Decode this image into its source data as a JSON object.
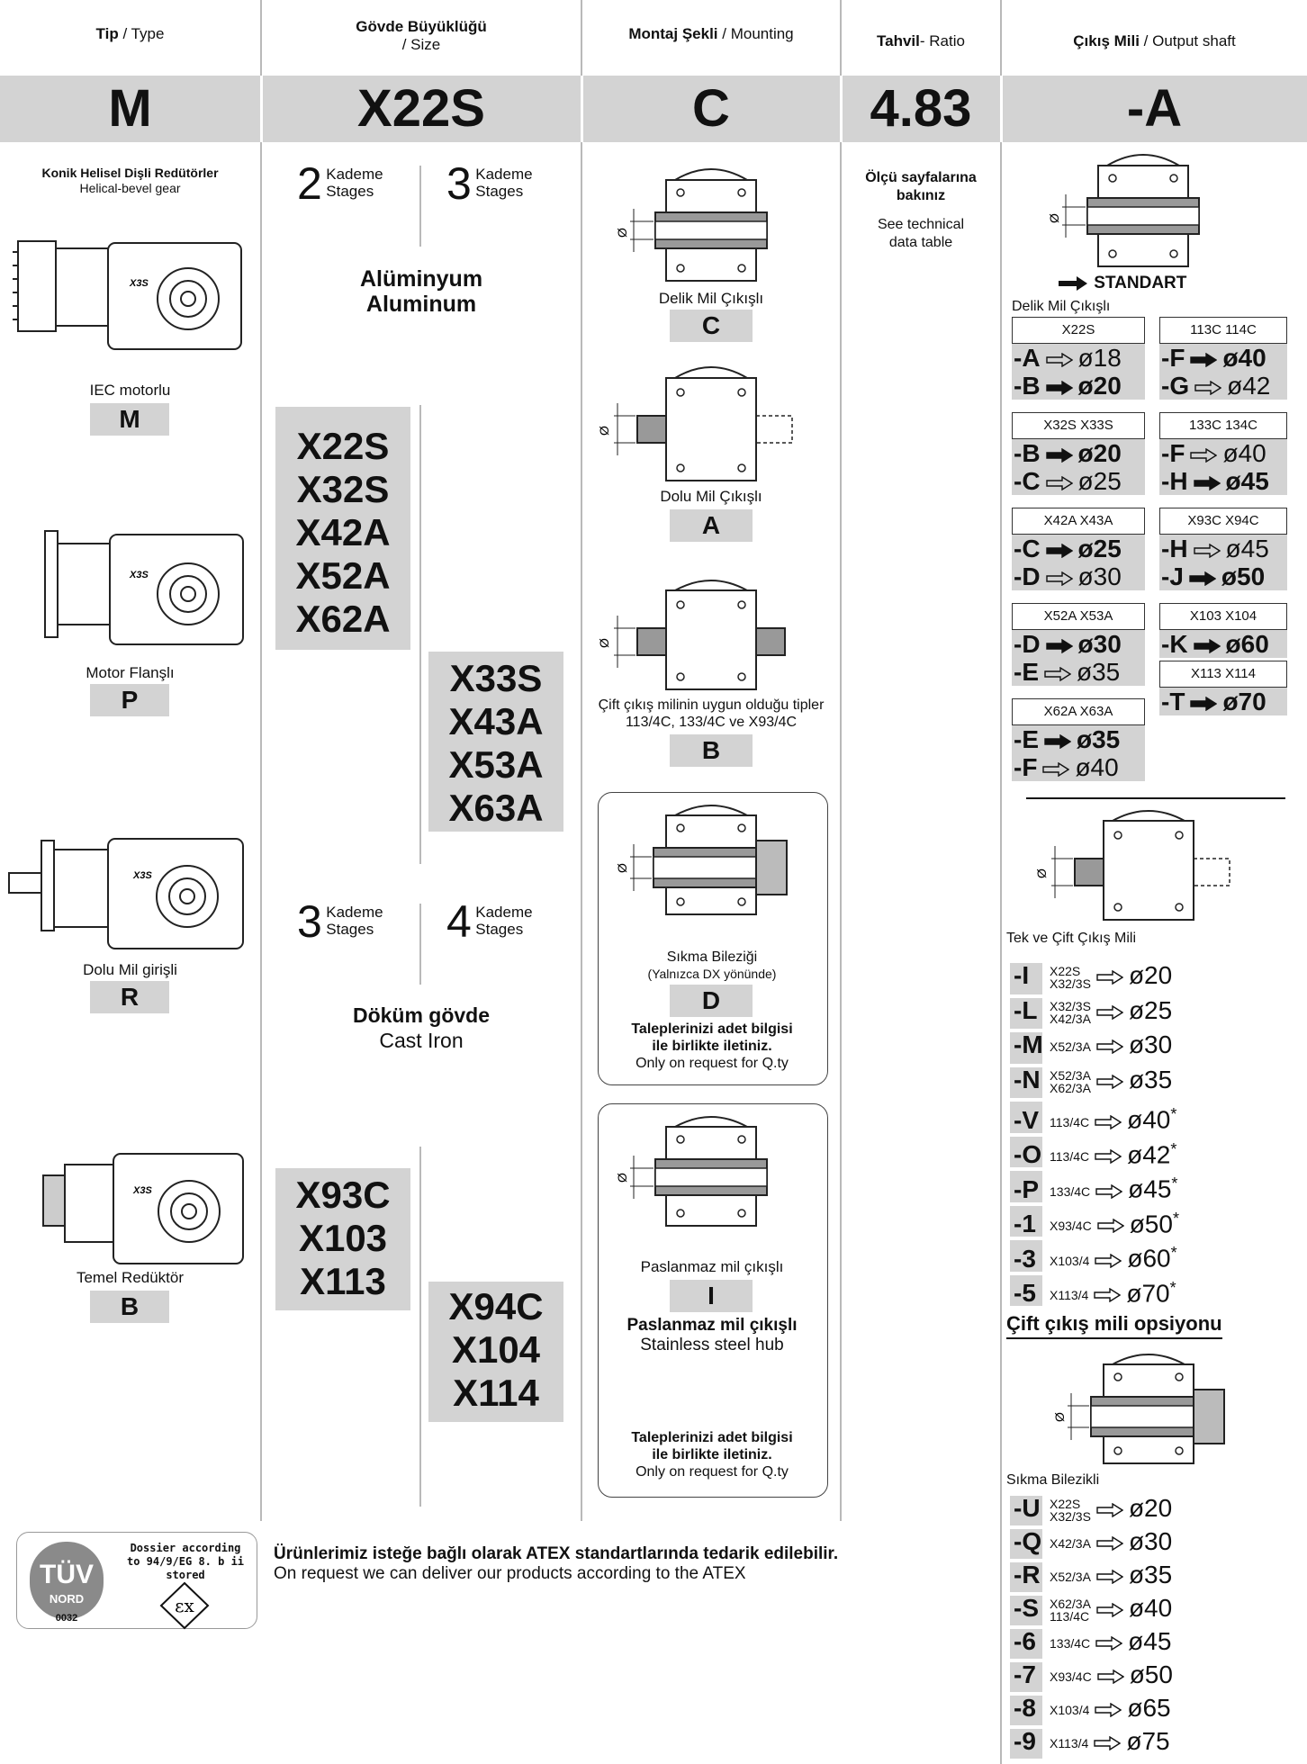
{
  "headers": {
    "type_bold": "Tip",
    "type_rest": " / Type",
    "size_bold": "Gövde Büyüklüğü",
    "size_rest": "/ Size",
    "mount_bold": "Montaj Şekli",
    "mount_rest": " / Mounting",
    "ratio_bold": "Tahvil",
    "ratio_rest": "- Ratio",
    "shaft_bold": "Çıkış Mili",
    "shaft_rest": " / Output shaft"
  },
  "codes": {
    "type": "M",
    "size": "X22S",
    "mount": "C",
    "ratio": "4.83",
    "shaft": "-A"
  },
  "type_col": {
    "title_tr": "Konik Helisel Dişli Redütörler",
    "title_en": "Helical-bevel gear",
    "items": [
      {
        "label": "IEC motorlu",
        "code": "M"
      },
      {
        "label": "Motor Flanşlı",
        "code": "P"
      },
      {
        "label": "Dolu Mil girişli",
        "code": "R"
      },
      {
        "label": "Temel Redüktör",
        "code": "B"
      }
    ],
    "gear_mark": "X3S"
  },
  "size_col": {
    "stages_a": {
      "n1": "2",
      "n2": "3",
      "w1": "Kademe",
      "w2": "Stages"
    },
    "material_a_tr": "Alüminyum",
    "material_a_en": "Aluminum",
    "group1": [
      "X22S",
      "X32S",
      "X42A",
      "X52A",
      "X62A"
    ],
    "group2": [
      "X33S",
      "X43A",
      "X53A",
      "X63A"
    ],
    "stages_b": {
      "n1": "3",
      "n2": "4",
      "w1": "Kademe",
      "w2": "Stages"
    },
    "material_b_tr": "Döküm gövde",
    "material_b_en": "Cast Iron",
    "group3": [
      "X93C",
      "X103",
      "X113"
    ],
    "group4": [
      "X94C",
      "X104",
      "X114"
    ]
  },
  "mount_col": {
    "c_label": "Delik Mil Çıkışlı",
    "c_code": "C",
    "a_label": "Dolu Mil Çıkışlı",
    "a_code": "A",
    "b_label1": "Çift çıkış milinin uygun olduğu tipler",
    "b_label2": "113/4C, 133/4C ve X93/4C",
    "b_code": "B",
    "d_label1": "Sıkma Bileziği",
    "d_label2": "(Yalnızca DX yönünde)",
    "d_code": "D",
    "req_tr1": "Taleplerinizi adet bilgisi",
    "req_tr2": "ile birlikte iletiniz.",
    "req_en": "Only on request for Q.ty",
    "i_label": "Paslanmaz mil çıkışlı",
    "i_code": "I",
    "i_title": "Paslanmaz mil çıkışlı",
    "i_en": "Stainless steel hub",
    "diam_symbol": "Ø"
  },
  "ratio_col": {
    "tr1": "Ölçü sayfalarına",
    "tr2": "bakınız",
    "en1": "See technical",
    "en2": "data table"
  },
  "shaft_col": {
    "standard": "STANDART",
    "hollow_label": "Delik Mil Çıkışlı",
    "left_tables": [
      {
        "title": "X22S",
        "rows": [
          {
            "k": "-A",
            "v": "ø18",
            "std": false
          },
          {
            "k": "-B",
            "v": "ø20",
            "std": true
          }
        ]
      },
      {
        "title": "X32S  X33S",
        "rows": [
          {
            "k": "-B",
            "v": "ø20",
            "std": true
          },
          {
            "k": "-C",
            "v": "ø25",
            "std": false
          }
        ]
      },
      {
        "title": "X42A  X43A",
        "rows": [
          {
            "k": "-C",
            "v": "ø25",
            "std": true
          },
          {
            "k": "-D",
            "v": "ø30",
            "std": false
          }
        ]
      },
      {
        "title": "X52A  X53A",
        "rows": [
          {
            "k": "-D",
            "v": "ø30",
            "std": true
          },
          {
            "k": "-E",
            "v": "ø35",
            "std": false
          }
        ]
      },
      {
        "title": "X62A  X63A",
        "rows": [
          {
            "k": "-E",
            "v": "ø35",
            "std": true
          },
          {
            "k": "-F",
            "v": "ø40",
            "std": false
          }
        ]
      }
    ],
    "right_tables": [
      {
        "title": "113C  114C",
        "rows": [
          {
            "k": "-F",
            "v": "ø40",
            "std": true
          },
          {
            "k": "-G",
            "v": "ø42",
            "std": false
          }
        ]
      },
      {
        "title": "133C  134C",
        "rows": [
          {
            "k": "-F",
            "v": "ø40",
            "std": false
          },
          {
            "k": "-H",
            "v": "ø45",
            "std": true
          }
        ]
      },
      {
        "title": "X93C  X94C",
        "rows": [
          {
            "k": "-H",
            "v": "ø45",
            "std": false
          },
          {
            "k": "-J",
            "v": "ø50",
            "std": true
          }
        ]
      },
      {
        "title": "X103   X104",
        "rows": [
          {
            "k": "-K",
            "v": "ø60",
            "std": true
          }
        ]
      },
      {
        "title": "X113   X114",
        "rows": [
          {
            "k": "-T",
            "v": "ø70",
            "std": true
          }
        ]
      }
    ],
    "solid_label": "Tek ve Çift Çıkış Mili",
    "solid_rows": [
      {
        "k": "-I",
        "s1": "X22S",
        "s2": "X32/3S",
        "v": "ø20",
        "star": ""
      },
      {
        "k": "-L",
        "s1": "X32/3S",
        "s2": "X42/3A",
        "v": "ø25",
        "star": ""
      },
      {
        "k": "-M",
        "s1": "X52/3A",
        "s2": "",
        "v": "ø30",
        "star": ""
      },
      {
        "k": "-N",
        "s1": "X52/3A",
        "s2": "X62/3A",
        "v": "ø35",
        "star": ""
      },
      {
        "k": "-V",
        "s1": "113/4C",
        "s2": "",
        "v": "ø40",
        "star": "*"
      },
      {
        "k": "-O",
        "s1": "113/4C",
        "s2": "",
        "v": "ø42",
        "star": "*"
      },
      {
        "k": "-P",
        "s1": "133/4C",
        "s2": "",
        "v": "ø45",
        "star": "*"
      },
      {
        "k": "-1",
        "s1": "X93/4C",
        "s2": "",
        "v": "ø50",
        "star": "*"
      },
      {
        "k": "-3",
        "s1": "X103/4",
        "s2": "",
        "v": "ø60",
        "star": "*"
      },
      {
        "k": "-5",
        "s1": "X113/4",
        "s2": "",
        "v": "ø70",
        "star": "*"
      }
    ],
    "double_title": "Çift çıkış mili opsiyonu",
    "shrink_label": "Sıkma Bilezikli",
    "shrink_rows": [
      {
        "k": "-U",
        "s1": "X22S",
        "s2": "X32/3S",
        "v": "ø20"
      },
      {
        "k": "-Q",
        "s1": "X42/3A",
        "s2": "",
        "v": "ø30"
      },
      {
        "k": "-R",
        "s1": "X52/3A",
        "s2": "",
        "v": "ø35"
      },
      {
        "k": "-S",
        "s1": "X62/3A",
        "s2": "113/4C",
        "v": "ø40"
      },
      {
        "k": "-6",
        "s1": "133/4C",
        "s2": "",
        "v": "ø45"
      },
      {
        "k": "-7",
        "s1": "X93/4C",
        "s2": "",
        "v": "ø50"
      },
      {
        "k": "-8",
        "s1": "X103/4",
        "s2": "",
        "v": "ø65"
      },
      {
        "k": "-9",
        "s1": "X113/4",
        "s2": "",
        "v": "ø75"
      }
    ]
  },
  "footer": {
    "tuv": "TÜV",
    "nord": "NORD",
    "num": "0032",
    "dossier1": "Dossier according",
    "dossier2": "to 94/9/EG 8. b ii",
    "dossier3": "stored",
    "ex": "εx",
    "atex_tr": "Ürünlerimiz isteğe bağlı olarak ATEX standartlarında tedarik edilebilir.",
    "atex_en": "On request we can deliver our products according to the ATEX"
  }
}
